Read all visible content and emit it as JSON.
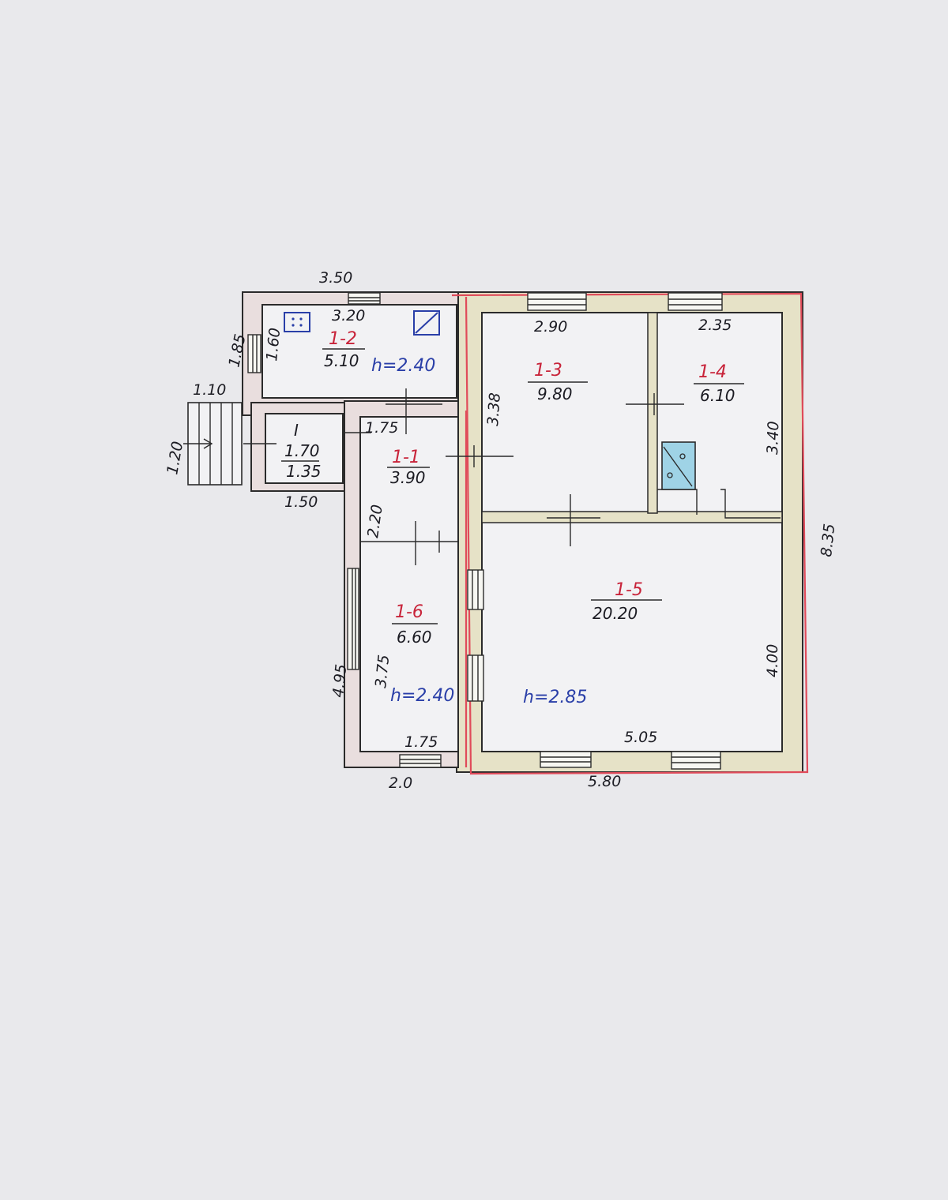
{
  "title": "",
  "colors": {
    "paper": "#e9e9ec",
    "outline": "#e04b5a",
    "label_red": "#c8243a",
    "label_blue": "#2a3fa8",
    "wall_fill": "#e6e2c7",
    "wall_fill_ext": "#e9dede"
  },
  "rooms": [
    {
      "id": "1-1",
      "area": "3.90"
    },
    {
      "id": "1-2",
      "area": "5.10",
      "height": "h=2.40"
    },
    {
      "id": "1-3",
      "area": "9.80"
    },
    {
      "id": "1-4",
      "area": "6.10"
    },
    {
      "id": "1-5",
      "area": "20.20",
      "height": "h=2.85"
    },
    {
      "id": "1-6",
      "area": "6.60",
      "height": "h=2.40"
    },
    {
      "id": "I",
      "dim_a": "1.70",
      "dim_b": "1.35"
    }
  ],
  "dimensions": {
    "top_ext": "3.50",
    "left_ext_k": "1.85",
    "kitchen_w": "3.20",
    "kitchen_h": "1.60",
    "porch_w": "1.10",
    "porch_h": "1.20",
    "vest_bottom": "1.50",
    "hall_w": "1.75",
    "hall_h": "2.20",
    "r13_w": "2.90",
    "r13_h": "3.38",
    "r14_w": "2.35",
    "r14_h": "3.40",
    "right_ext": "8.35",
    "left_ext_r6": "4.95",
    "r16_h": "3.75",
    "r16_w": "1.75",
    "bottom_ext_left": "2.0",
    "r15_w": "5.05",
    "r15_h": "4.00",
    "bottom_ext_right": "5.80"
  },
  "icons": [
    "stove-icon",
    "sink-icon",
    "boiler-icon",
    "porch-stairs-icon"
  ]
}
